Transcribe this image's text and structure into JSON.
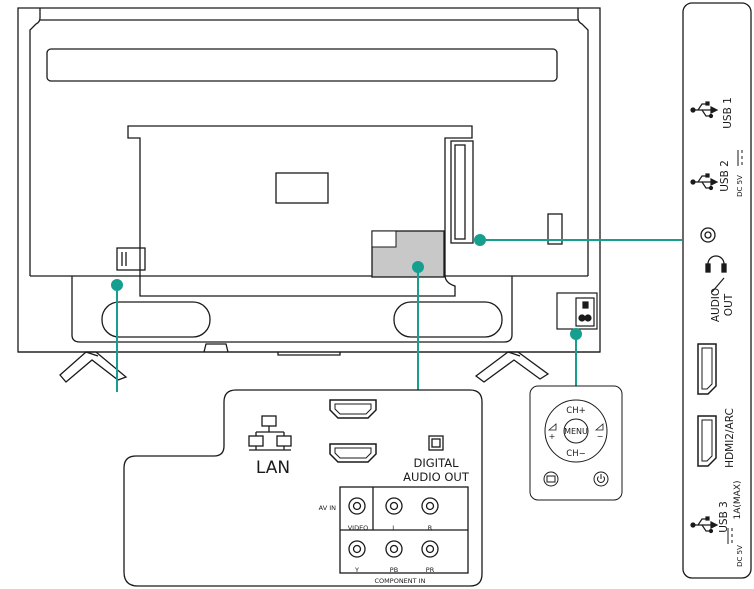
{
  "labels": {
    "lan": "LAN",
    "digital_audio_line1": "DIGITAL",
    "digital_audio_line2": "AUDIO OUT",
    "av_in": "AV IN",
    "video": "VIDEO",
    "audio_l": "L",
    "audio_r": "R",
    "comp_y": "Y",
    "comp_pb": "PB",
    "comp_pr": "PR",
    "component_in": "COMPONENT IN",
    "ch_up": "CH+",
    "ch_down": "CH−",
    "menu": "MENU",
    "vol_plus": "+",
    "vol_minus": "−",
    "usb1": "USB 1",
    "usb2": "USB 2",
    "usb2_power": "DC 5V",
    "audio_out_line1": "AUDIO",
    "audio_out_line2": "OUT",
    "hdmi_arc": "HDMI2/ARC",
    "usb3": "USB 3",
    "usb3_power": "DC 5V",
    "usb3_current": "1A(MAX)"
  },
  "icons": {
    "lan": "network-icon",
    "usb": "usb-icon",
    "headphone": "headphone-icon",
    "power": "power-icon",
    "input": "input-source-icon"
  },
  "colors": {
    "line": "#1a1a1a",
    "leader": "#169f8f",
    "device_gray": "#c8c8c8",
    "panel_fill": "#ffffff"
  }
}
